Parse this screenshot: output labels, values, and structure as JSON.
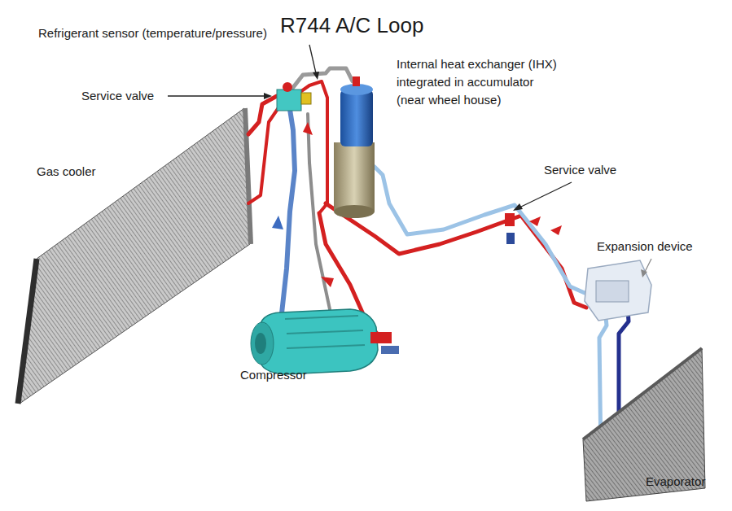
{
  "diagram": {
    "title": "R744 A/C Loop",
    "labels": [
      "Refrigerant sensor (temperature/pressure)",
      "Service valve",
      "Internal heat exchanger (IHX) integrated in accumulator (near wheel house)",
      "Gas cooler",
      "Service valve",
      "Expansion device",
      "Compressor",
      "Evaporator"
    ]
  }
}
